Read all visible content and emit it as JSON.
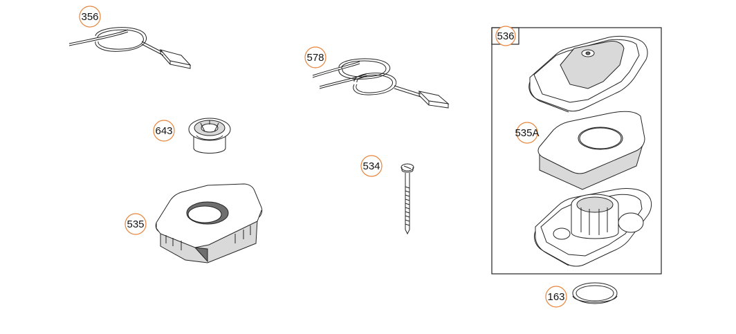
{
  "diagram": {
    "kit_box_label": "536",
    "callouts": [
      {
        "id": "356",
        "label": "356"
      },
      {
        "id": "643",
        "label": "643"
      },
      {
        "id": "535",
        "label": "535"
      },
      {
        "id": "578",
        "label": "578"
      },
      {
        "id": "534",
        "label": "534"
      },
      {
        "id": "535A",
        "label": "535A"
      },
      {
        "id": "163",
        "label": "163"
      }
    ],
    "colors": {
      "callout_stroke": "#e8833a",
      "line": "#222222",
      "background": "#ffffff"
    }
  }
}
